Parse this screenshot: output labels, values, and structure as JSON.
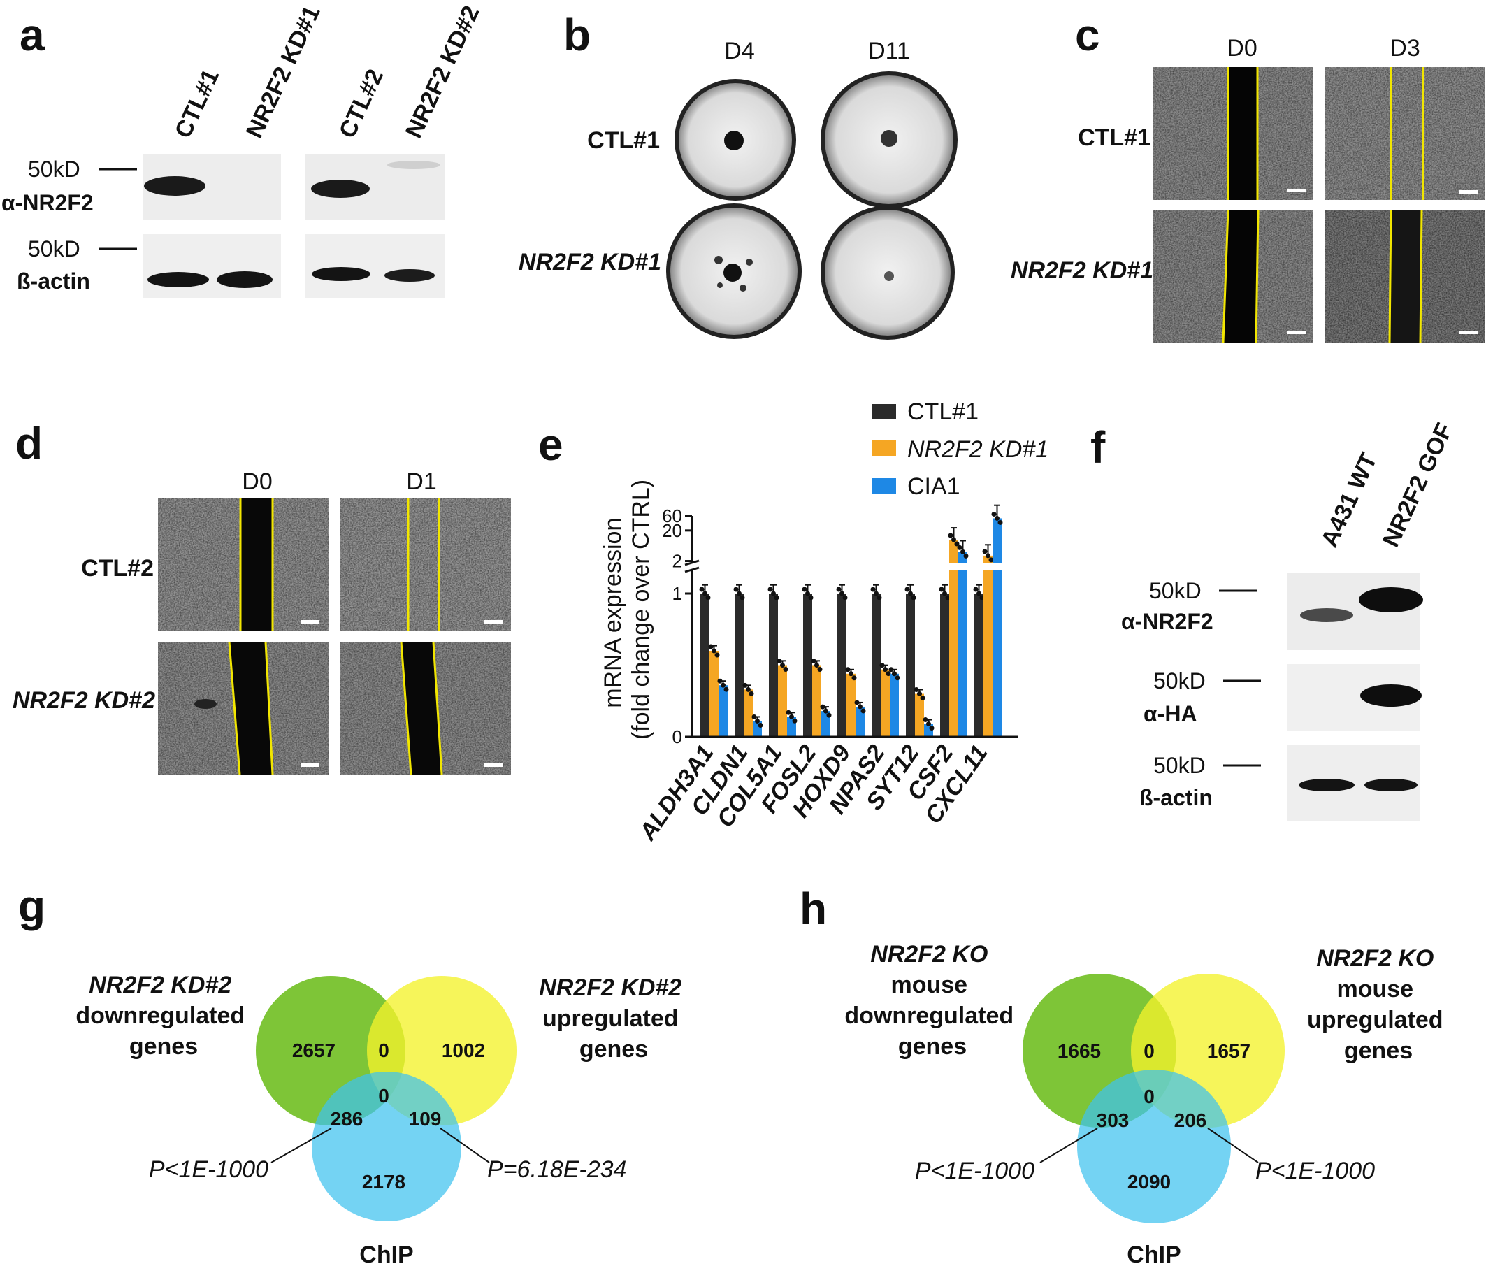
{
  "panels": {
    "a": {
      "label": "a",
      "lanes": [
        "CTL#1",
        "NR2F2 KD#1",
        "CTL#2",
        "NR2F2 KD#2"
      ],
      "marker": "50kD",
      "rows": [
        "α-NR2F2",
        "ß-actin"
      ]
    },
    "b": {
      "label": "b",
      "columns": [
        "D4",
        "D11"
      ],
      "rows": [
        "CTL#1",
        "NR2F2 KD#1"
      ]
    },
    "c": {
      "label": "c",
      "columns": [
        "D0",
        "D3"
      ],
      "rows": [
        "CTL#1",
        "NR2F2 KD#1"
      ]
    },
    "d": {
      "label": "d",
      "columns": [
        "D0",
        "D1"
      ],
      "rows": [
        "CTL#2",
        "NR2F2 KD#2"
      ]
    },
    "e": {
      "label": "e"
    },
    "f": {
      "label": "f",
      "lanes": [
        "A431 WT",
        "NR2F2 GOF"
      ],
      "marker": "50kD",
      "rows": [
        "α-NR2F2",
        "α-HA",
        "ß-actin"
      ]
    },
    "g": {
      "label": "g",
      "set_left": [
        "NR2F2 KD#2",
        "downregulated",
        "genes"
      ],
      "set_right": [
        "NR2F2 KD#2",
        "upregulated",
        "genes"
      ],
      "set_bottom": "ChIP",
      "counts": {
        "left_only": "2657",
        "right_only": "1002",
        "left_right": "0",
        "center": "0",
        "left_bottom": "286",
        "right_bottom": "109",
        "bottom_only": "2178"
      },
      "p_left": "P<1E-1000",
      "p_right": "P=6.18E-234"
    },
    "h": {
      "label": "h",
      "set_left": [
        "NR2F2 KO",
        "mouse",
        "downregulated",
        "genes"
      ],
      "set_right": [
        "NR2F2 KO",
        "mouse",
        "upregulated",
        "genes"
      ],
      "set_bottom": "ChIP",
      "counts": {
        "left_only": "1665",
        "right_only": "1657",
        "left_right": "0",
        "center": "0",
        "left_bottom": "303",
        "right_bottom": "206",
        "bottom_only": "2090"
      },
      "p_left": "P<1E-1000",
      "p_right": "P<1E-1000"
    }
  },
  "colors": {
    "ctl": "#2b2b2b",
    "kd": "#f5a623",
    "cia1": "#1e88e5",
    "venn_green": "#6cbd1b",
    "venn_yellow": "#f4f22c",
    "venn_blue": "#3fc2ef",
    "scratch_line": "#f2e600"
  },
  "chart_data": {
    "type": "bar",
    "ylabel": [
      "mRNA expression",
      "(fold change over CTRL)"
    ],
    "categories": [
      "ALDH3A1",
      "CLDN1",
      "COL5A1",
      "FOSL2",
      "HOXD9",
      "NPAS2",
      "SYT12",
      "CSF2",
      "CXCL11"
    ],
    "series": [
      {
        "name": "CTL#1",
        "values": [
          1,
          1,
          1,
          1,
          1,
          1,
          1,
          1,
          1
        ]
      },
      {
        "name": "NR2F2 KD#1",
        "values": [
          0.6,
          0.33,
          0.5,
          0.5,
          0.44,
          0.47,
          0.3,
          10,
          3
        ]
      },
      {
        "name": "CIA1",
        "values": [
          0.36,
          0.11,
          0.14,
          0.18,
          0.21,
          0.44,
          0.09,
          4,
          50
        ]
      }
    ],
    "axis_broken": true,
    "y_ticks": [
      {
        "value": 0,
        "label": "0"
      },
      {
        "value": 1,
        "label": "1"
      },
      {
        "value": 2,
        "label": "2"
      },
      {
        "value": 20,
        "label": "20"
      },
      {
        "value": 60,
        "label": "60"
      }
    ],
    "legend_position": "top"
  }
}
